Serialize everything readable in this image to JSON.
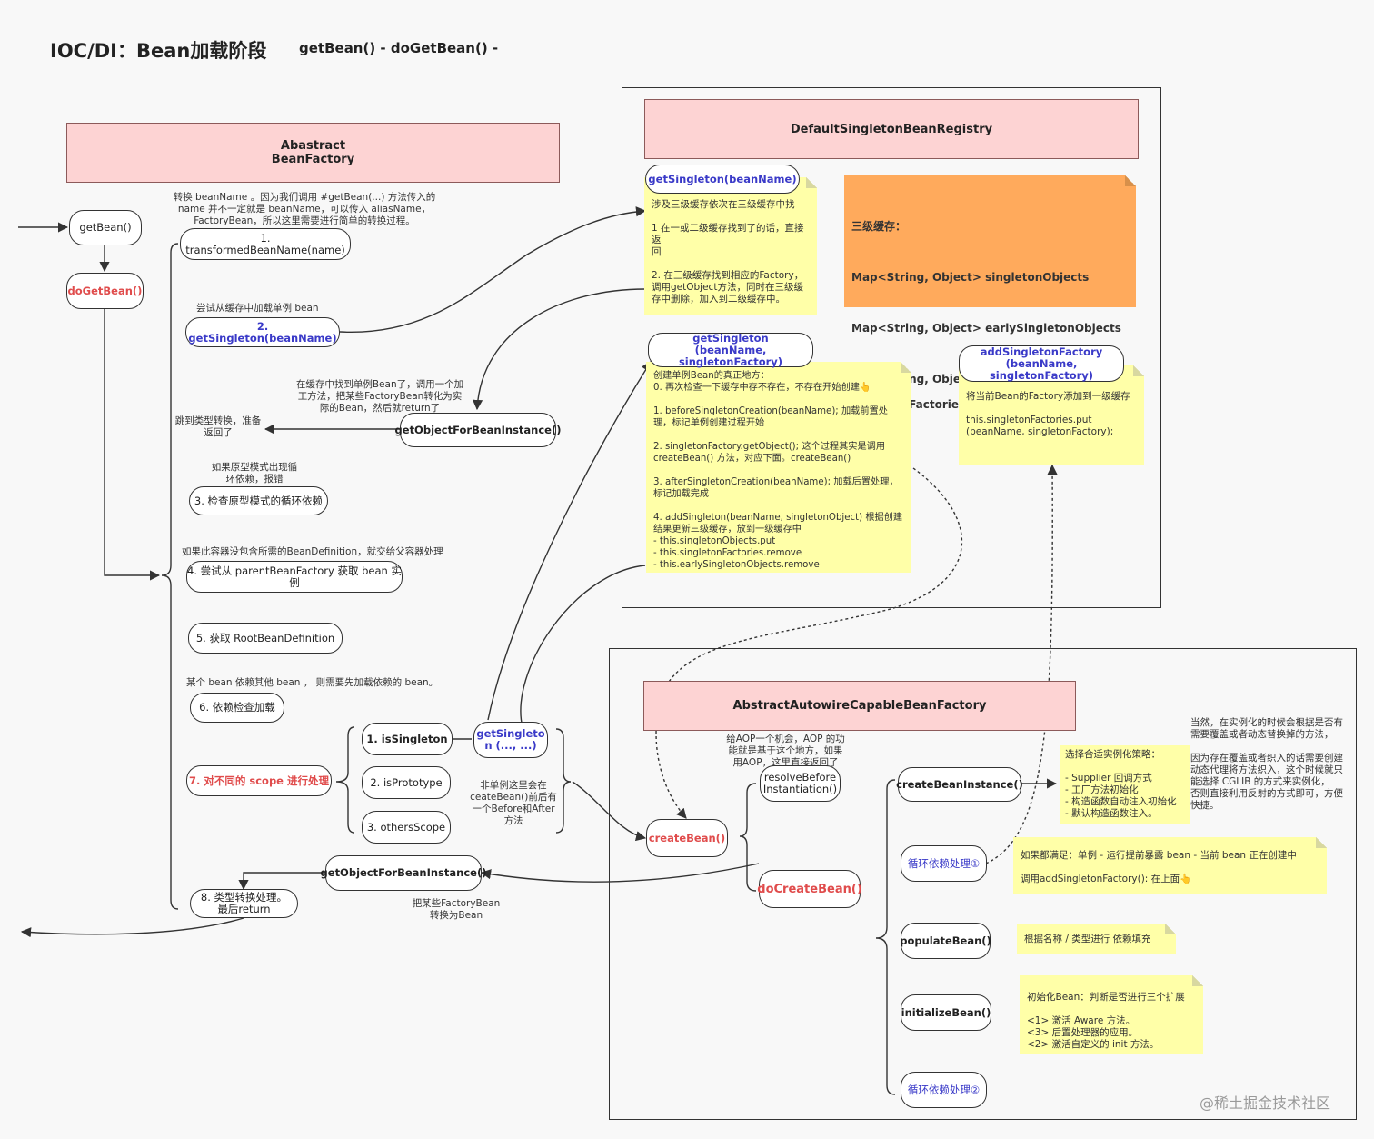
{
  "header": {
    "title": "IOC/DI：Bean加载阶段",
    "subtitle": "getBean() - doGetBean() -"
  },
  "abstract_bean_factory": {
    "title": "Abastract\nBeanFactory",
    "getBean": "getBean()",
    "doGetBean": "doGetBean()",
    "steps": {
      "s1": "1. transformedBeanName(name)",
      "s1_note": "转换 beanName 。因为我们调用 #getBean(...) 方法传入的\nname 并不一定就是 beanName，可以传入 aliasName，\nFactoryBean，所以这里需要进行简单的转换过程。",
      "s2": "2. getSingleton(beanName)",
      "s2_note": "尝试从缓存中加载单例 bean",
      "ofbi": "getObjectForBeanInstance()",
      "ofbi_note": "在缓存中找到单例Bean了，调用一个加\n工方法，把某些FactoryBean转化为实\n际的Bean，然后就return了",
      "skip_note": "跳到类型转换，准备\n返回了",
      "s3": "3. 检查原型模式的循环依赖",
      "s3_note": "如果原型模式出现循\n环依赖，报错",
      "s4": "4. 尝试从 parentBeanFactory 获取 bean 实例",
      "s4_note": "如果此容器没包含所需的BeanDefinition，就交给父容器处理",
      "s5": "5. 获取 RootBeanDefinition",
      "s6": "6. 依赖检查加载",
      "s6_note": "某个 bean 依赖其他 bean ， 则需要先加载依赖的 bean。",
      "s7": "7. 对不同的 scope 进行处理",
      "isSingleton": "1. isSingleton",
      "isPrototype": "2. isPrototype",
      "othersScope": "3. othersScope",
      "getSingleton2": "getSingleto\nn (..., ...)",
      "scope_note": "非单例这里会在\nceateBean()前后有\n一个Before和After\n方法",
      "ofbi2": "getObjectForBeanInstance()",
      "ofbi2_note": "把某些FactoryBean\n转换为Bean",
      "s8": "8. 类型转换处理。\n最后return"
    }
  },
  "registry": {
    "title": "DefaultSingletonBeanRegistry",
    "getSingleton": "getSingleton(beanName)",
    "getSingleton_note": "涉及三级缓存依次在三级缓存中找\n\n1 在一或二级缓存找到了的话，直接返\n回\n\n2. 在三级缓存找到相应的Factory，\n调用getObject方法，同时在三级缓\n存中删除，加入到二级缓存中。",
    "cache_title": "三级缓存：",
    "cache_lines": [
      "Map<String, Object> singletonObjects",
      "Map<String, Object> earlySingletonObjects",
      "Map<String, ObjectFactory<?>> singletonFactories"
    ],
    "getSingleton2": "getSingleton\n(beanName, singletonFactory)",
    "getSingleton2_note": "创建单例Bean的真正地方：\n0. 再次检查一下缓存中存不存在，不存在开始创建👆\n\n1. beforeSingletonCreation(beanName); 加载前置处\n理，标记单例创建过程开始\n\n2. singletonFactory.getObject(); 这个过程其实是调用\ncreateBean() 方法，对应下面。createBean()\n\n3. afterSingletonCreation(beanName); 加载后置处理，\n标记加载完成\n\n4. addSingleton(beanName, singletonObject) 根据创建\n结果更新三级缓存，放到一级缓存中\n- this.singletonObjects.put\n- this.singletonFactories.remove\n- this.earlySingletonObjects.remove",
    "addSingletonFactory": "addSingletonFactory\n(beanName, singletonFactory)",
    "addSingletonFactory_note": "将当前Bean的Factory添加到一级缓存\n\nthis.singletonFactories.put\n(beanName, singletonFactory);"
  },
  "autowire": {
    "title": "AbstractAutowireCapableBeanFactory",
    "createBean": "createBean()",
    "doCreateBean": "doCreateBean()",
    "resolveBefore": "resolveBefore\nInstantiation()",
    "resolve_note": "给AOP一个机会，AOP 的功\n能就是基于这个地方，如果\n用AOP，这里直接返回了",
    "createBeanInstance": "createBeanInstance()",
    "cbi_note": "选择合适实例化策略：\n\n- Supplier 回调方式\n- 工厂方法初始化\n- 构造函数自动注入初始化\n- 默认构造函数注入。",
    "cbi_side_note": "当然，在实例化的时候会根据是否有\n需要覆盖或者动态替换掉的方法，\n\n因为存在覆盖或者织入的话需要创建\n动态代理将方法织入，这个时候就只\n能选择 CGLIB 的方式来实例化，\n否则直接利用反射的方式即可，方便\n快捷。",
    "circular1": "循环依赖处理①",
    "circular1_note": "如果都满足：单例 - 运行提前暴露 bean - 当前 bean 正在创建中\n\n调用addSingletonFactory(): 在上面👆",
    "populateBean": "populateBean()",
    "populate_note": "根据名称 / 类型进行 依赖填充",
    "initializeBean": "initializeBean()",
    "init_note": "初始化Bean：判断是否进行三个扩展\n\n<1> 激活 Aware 方法。\n<3> 后置处理器的应用。\n<2> 激活自定义的 init 方法。",
    "circular2": "循环依赖处理②"
  },
  "watermark": "@稀土掘金技术社区"
}
